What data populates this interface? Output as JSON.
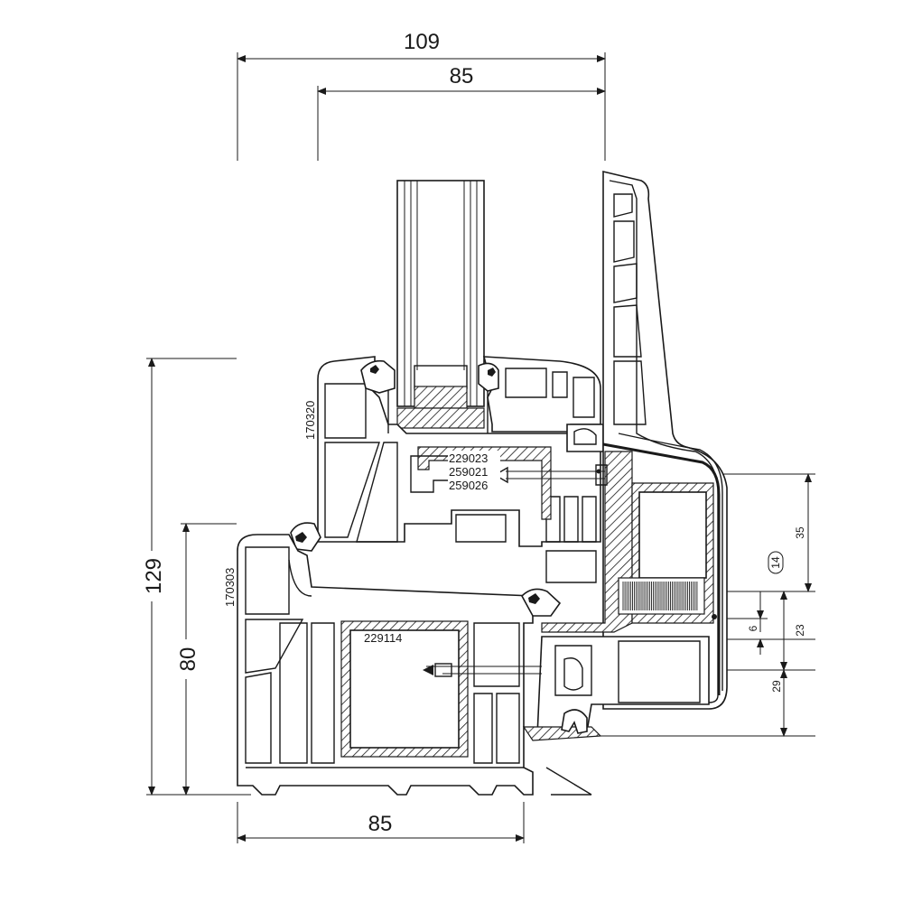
{
  "dimensions": {
    "top_overall": "109",
    "top_inner": "85",
    "bottom_width": "85",
    "left_total_height": "129",
    "left_frame_height": "80",
    "right_35": "35",
    "right_23": "23",
    "right_6": "6",
    "right_29": "29",
    "circled_label": "14"
  },
  "parts": {
    "sash_profile": "170320",
    "frame_profile": "170303",
    "sash_reinforcement_a": "229023",
    "sash_reinforcement_b": "259021",
    "sash_reinforcement_c": "259026",
    "frame_reinforcement": "229114"
  }
}
